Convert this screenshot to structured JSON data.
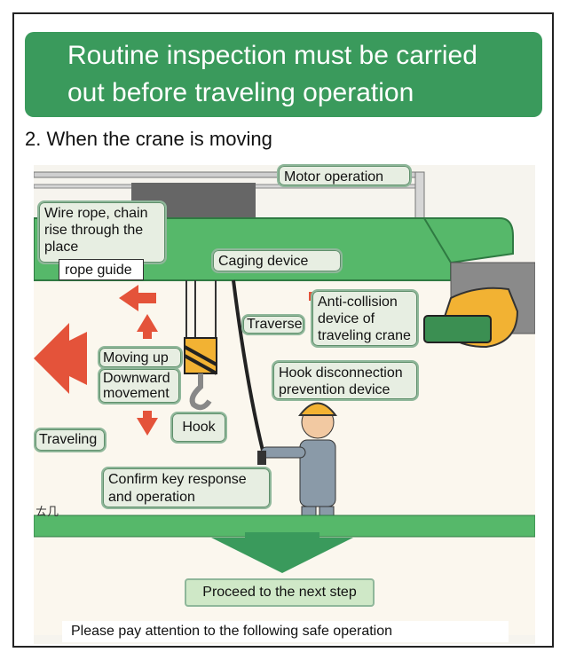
{
  "banner": {
    "line1": "Routine inspection must be carried",
    "line2": "out before traveling operation"
  },
  "subtitle": "2. When the crane is moving",
  "labels": {
    "motor_operation": "Motor operation",
    "wire_rope_1": "Wire rope, chain",
    "wire_rope_2": "rise through the",
    "wire_rope_3": "place",
    "rope_guide": "rope guide",
    "caging_device": "Caging device",
    "traverse": "Traverse",
    "anti_collision_1": "Anti-collision",
    "anti_collision_2": "device of",
    "anti_collision_3": "traveling crane",
    "moving_up": "Moving up",
    "downward_1": "Downward",
    "downward_2": "movement",
    "hook_disconnect_1": "Hook disconnection",
    "hook_disconnect_2": "prevention device",
    "hook": "Hook",
    "traveling": "Traveling",
    "confirm_1": "Confirm key response",
    "confirm_2": "and operation",
    "corner_mark": "ㄊ几"
  },
  "next_step": "Proceed to the next step",
  "notice": "Please pay attention to the following safe operation",
  "colors": {
    "banner": "#3a9a5c",
    "crane_green": "#56b86a",
    "arrow_red": "#e4533a",
    "label_bg": "#e7eee2",
    "helmet": "#f2b233"
  }
}
